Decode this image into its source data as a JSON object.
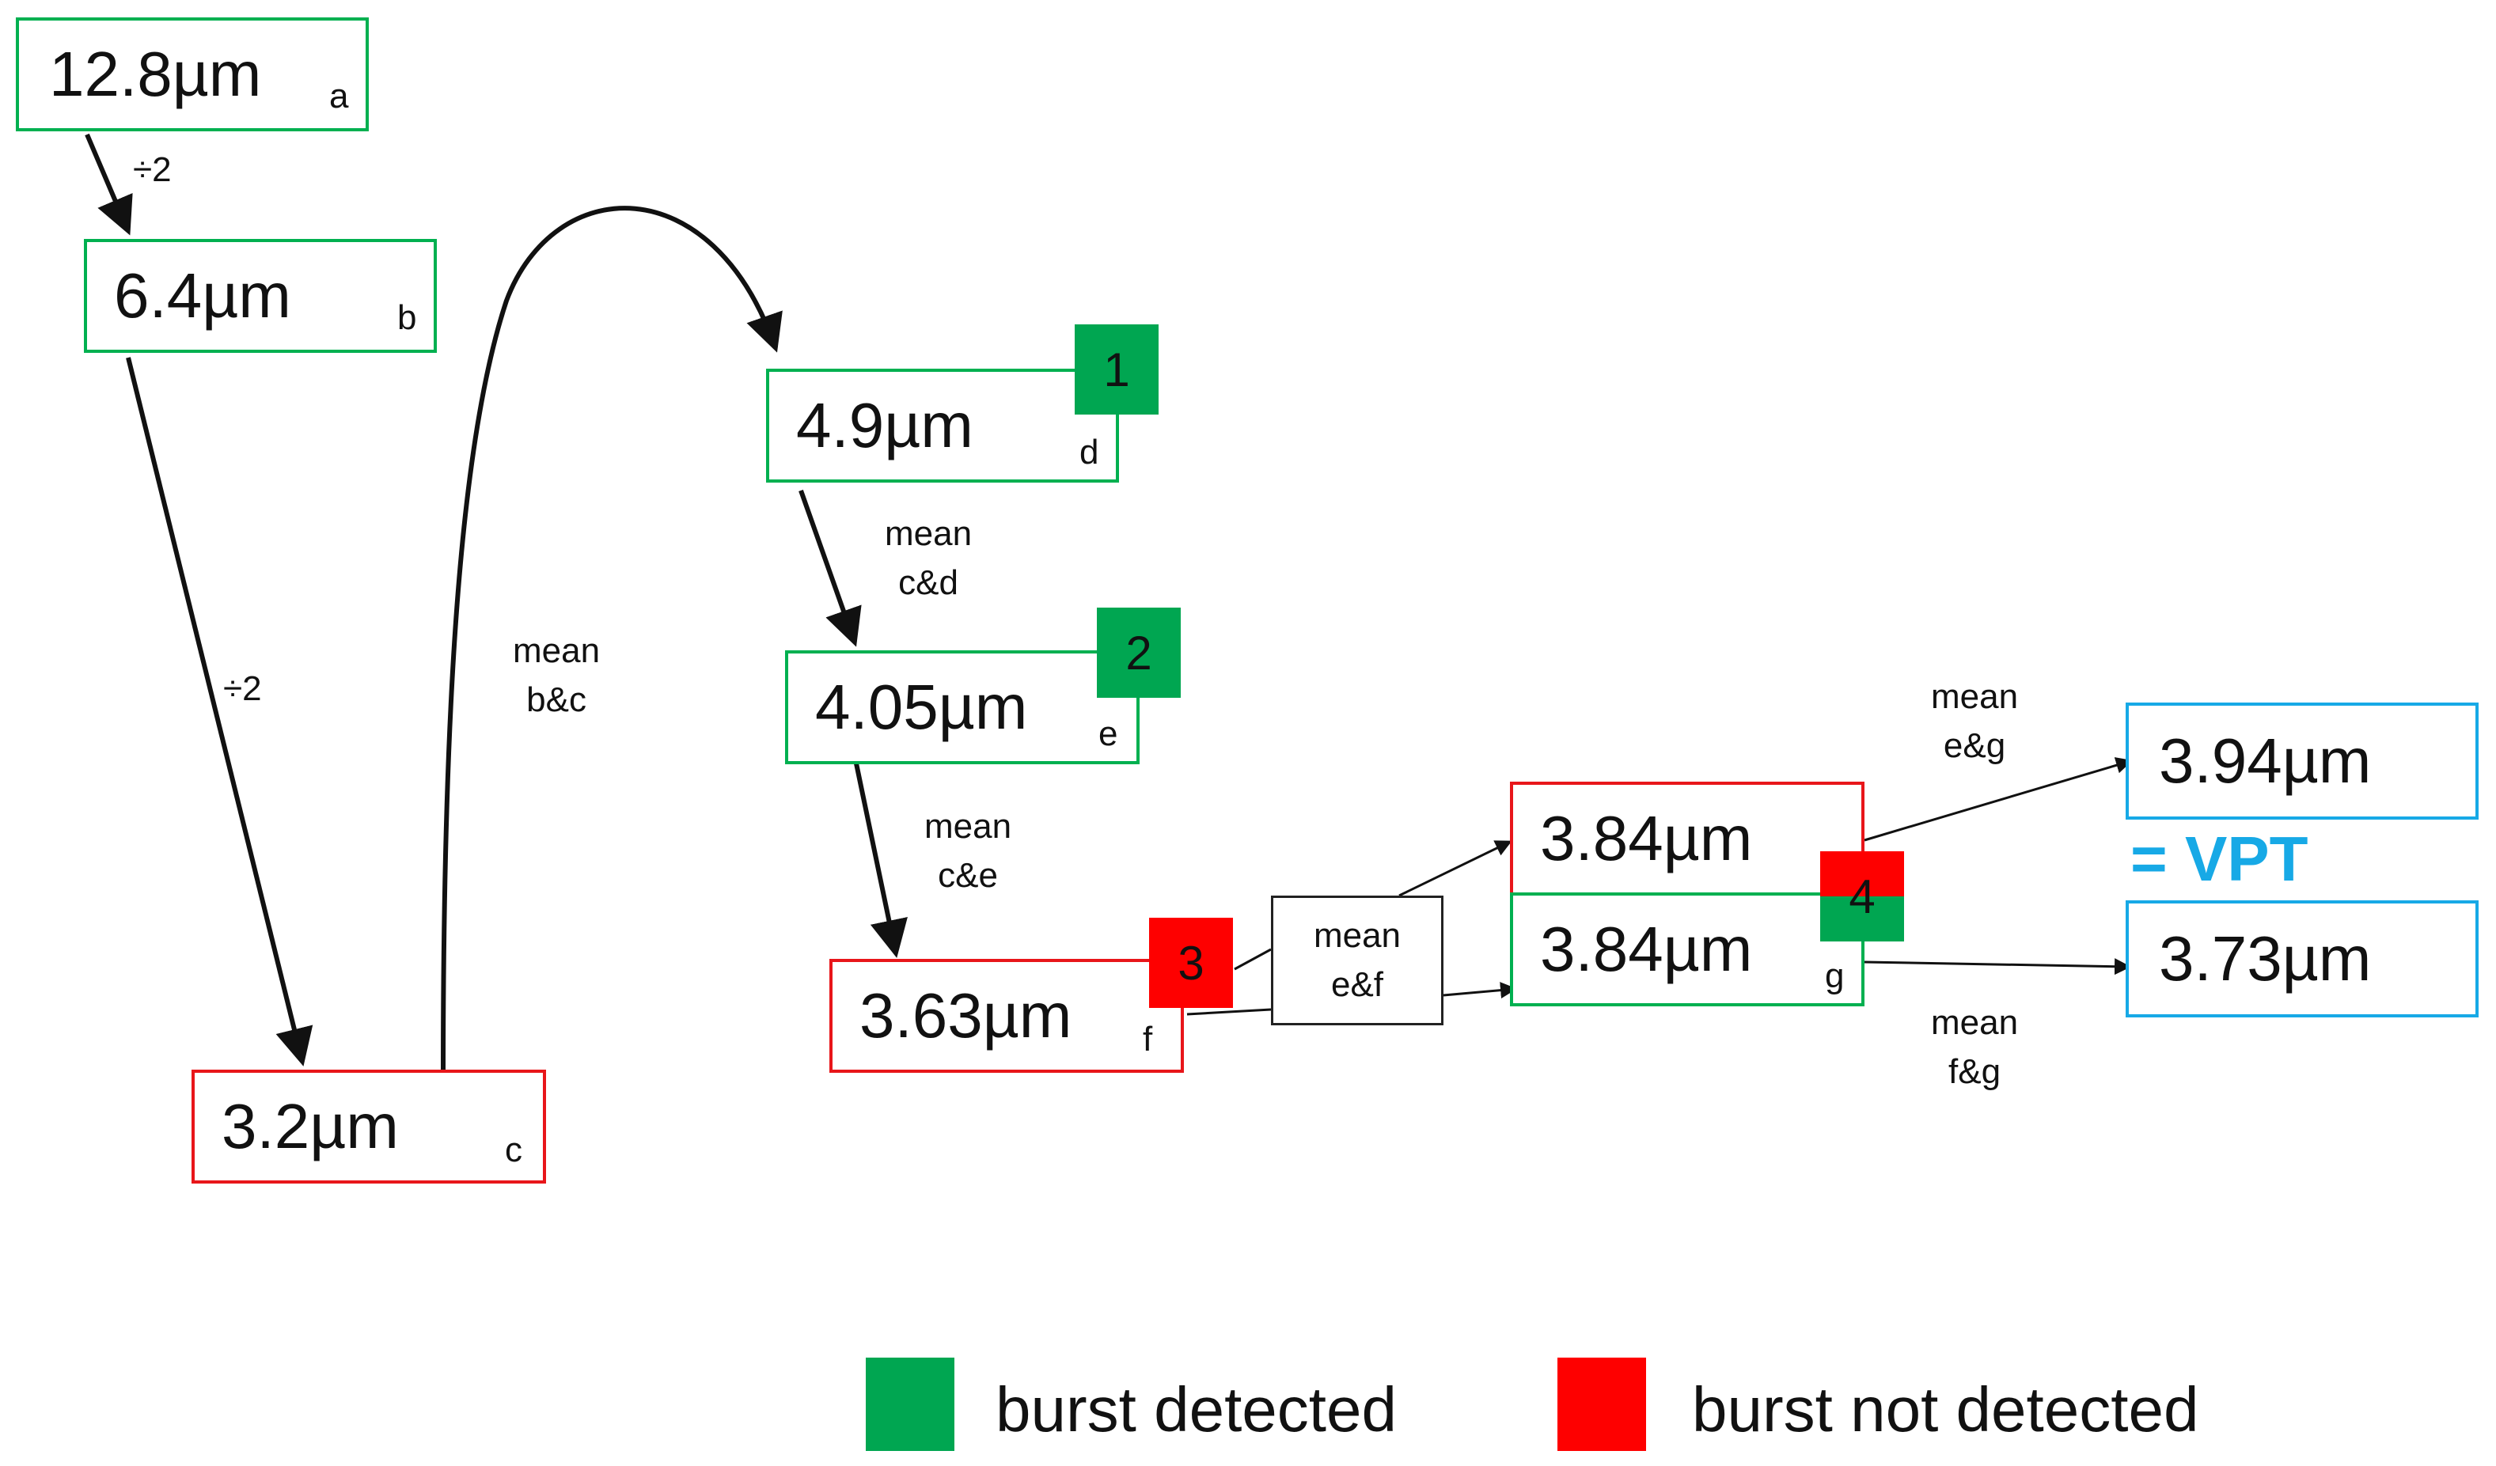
{
  "nodes": {
    "a": {
      "value": "12.8µm",
      "label": "a"
    },
    "b": {
      "value": "6.4µm",
      "label": "b"
    },
    "c": {
      "value": "3.2µm",
      "label": "c"
    },
    "d": {
      "value": "4.9µm",
      "label": "d"
    },
    "e": {
      "value": "4.05µm",
      "label": "e"
    },
    "f": {
      "value": "3.63µm",
      "label": "f"
    },
    "g_top": {
      "value": "3.84µm"
    },
    "g": {
      "value": "3.84µm",
      "label": "g"
    },
    "out1": {
      "value": "3.94µm"
    },
    "out2": {
      "value": "3.73µm"
    }
  },
  "badges": {
    "d": "1",
    "e": "2",
    "f": "3",
    "g": "4"
  },
  "edges": {
    "a_b": "÷2",
    "b_c": "÷2",
    "c_d": [
      "mean",
      "b&c"
    ],
    "d_e": [
      "mean",
      "c&d"
    ],
    "e_f": [
      "mean",
      "c&e"
    ],
    "f_g": [
      "mean",
      "e&f"
    ],
    "g_out1": [
      "mean",
      "e&g"
    ],
    "g_out2": [
      "mean",
      "f&g"
    ]
  },
  "vpt_label": "= VPT",
  "legend": {
    "detected": "burst detected",
    "not_detected": "burst not detected"
  },
  "colors": {
    "detected": "#00a651",
    "not_detected": "#fe0000",
    "vpt": "#17a9e6"
  }
}
